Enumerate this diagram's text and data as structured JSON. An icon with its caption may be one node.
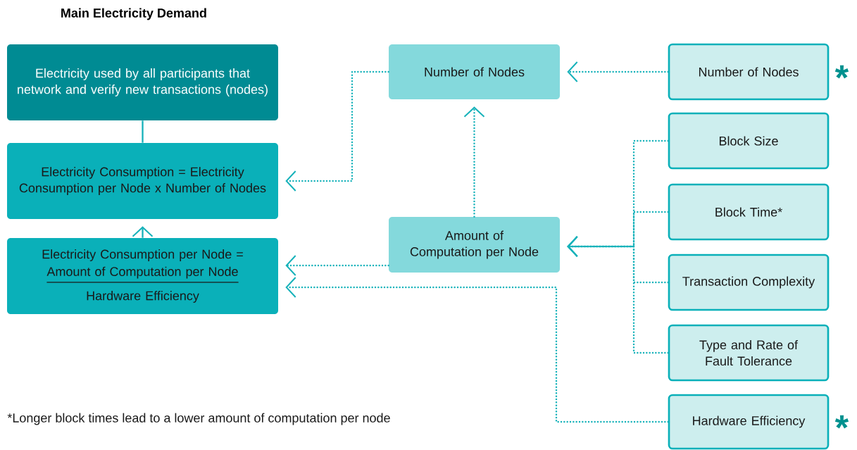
{
  "diagram": {
    "title": "Main Electricity Demand",
    "nodes": [
      {
        "text": [
          "Electricity used by all participants that network and verify new transactions (nodes)"
        ]
      },
      {
        "text": [
          "Electricity Consumption = Electricity Consumption per Node x Number of Nodes"
        ]
      },
      {
        "text": [
          "Electricity Consumption per Node =",
          "Amount of Computation per Node",
          "Hardware Efficiency"
        ]
      },
      {
        "text": [
          "Number of Nodes"
        ]
      },
      {
        "text": [
          "Amount of Computation per Node"
        ]
      },
      {
        "text": [
          "Number of Nodes"
        ],
        "beside": [
          "*"
        ]
      },
      {
        "text": [
          "Block Size"
        ]
      },
      {
        "text": [
          "Block Time*"
        ]
      },
      {
        "text": [
          "Transaction Complexity"
        ]
      },
      {
        "text": [
          "Type and Rate of Fault Tolerance"
        ]
      },
      {
        "text": [
          "Hardware Efficiency"
        ],
        "beside": [
          "*"
        ]
      }
    ],
    "edges": [
      {
        "from": 0,
        "to": 1,
        "arrow": "none"
      },
      {
        "from": 2,
        "to": 1,
        "arrow": "to"
      },
      {
        "from": 3,
        "to": 1,
        "arrow": "to",
        "style": "dashed"
      },
      {
        "from": 4,
        "to": 3,
        "arrow": "to",
        "style": "dashed"
      },
      {
        "from": 4,
        "to": 2,
        "arrow": "to",
        "style": "dashed"
      },
      {
        "from": 5,
        "to": 3,
        "arrow": "to",
        "style": "dashed"
      },
      {
        "from": 6,
        "to": 4,
        "arrow": "to",
        "style": "dashed"
      },
      {
        "from": 7,
        "to": 4,
        "arrow": "to",
        "style": "dashed"
      },
      {
        "from": 8,
        "to": 4,
        "arrow": "to",
        "style": "dashed"
      },
      {
        "from": 9,
        "to": 4,
        "arrow": "to",
        "style": "dashed"
      },
      {
        "from": 10,
        "to": 2,
        "arrow": "to",
        "style": "dashed"
      }
    ],
    "labels": [
      "*Longer block times lead to a lower amount of computation per node"
    ]
  }
}
